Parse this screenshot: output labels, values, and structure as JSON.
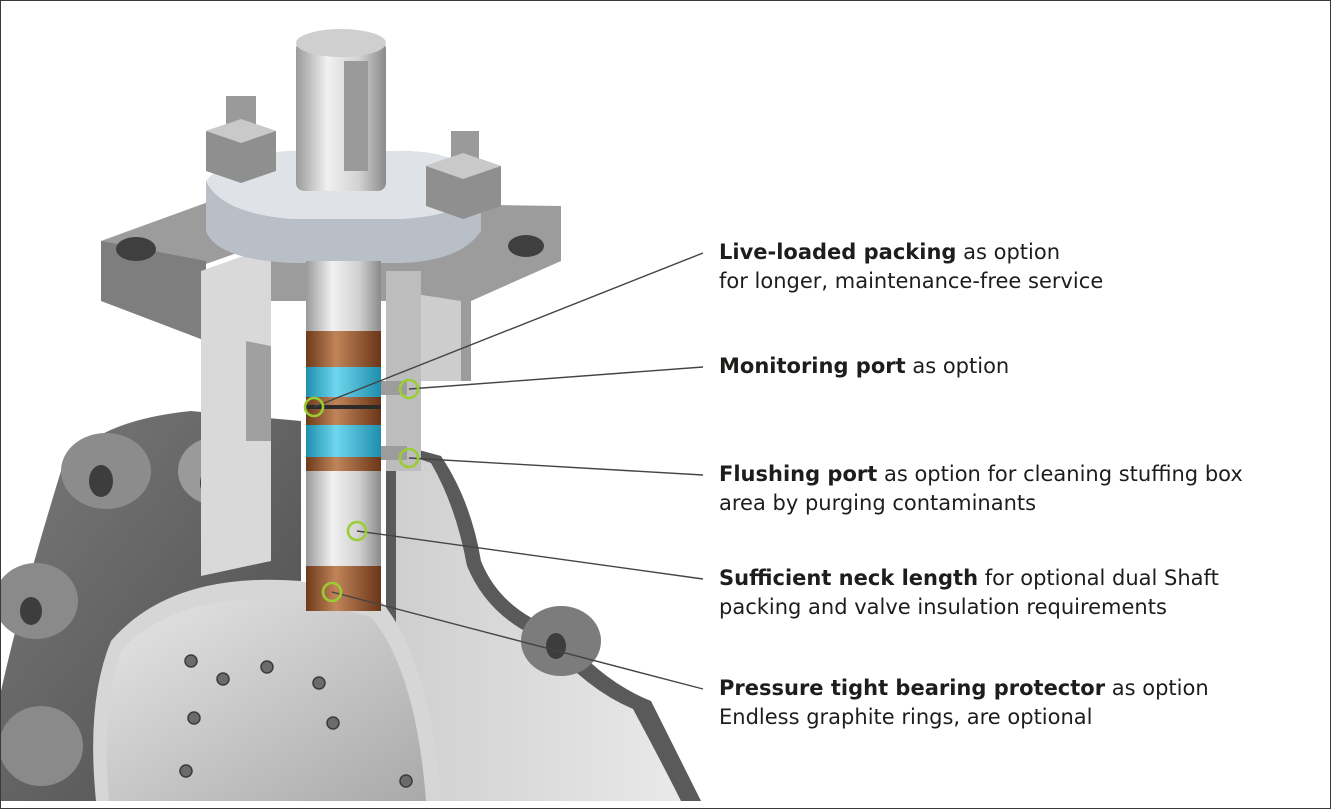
{
  "accent_colors": {
    "marker_ring": "#9acd32",
    "leader_line": "#444444",
    "packing_blue": "#37b7d6",
    "bronze_ring": "#9a5a32"
  },
  "callouts": [
    {
      "bold": "Live-loaded packing",
      "rest": " as option",
      "line2": "for longer, maintenance-free service"
    },
    {
      "bold": "Monitoring port",
      "rest": " as option",
      "line2": ""
    },
    {
      "bold": "Flushing port",
      "rest": " as option for cleaning stuffing box",
      "line2": "area by purging contaminants"
    },
    {
      "bold": "Sufficient neck length",
      "rest": " for optional dual Shaft",
      "line2": "packing and valve insulation requirements"
    },
    {
      "bold": "Pressure tight bearing protector",
      "rest": " as option",
      "line2": "Endless graphite rings, are optional"
    }
  ]
}
